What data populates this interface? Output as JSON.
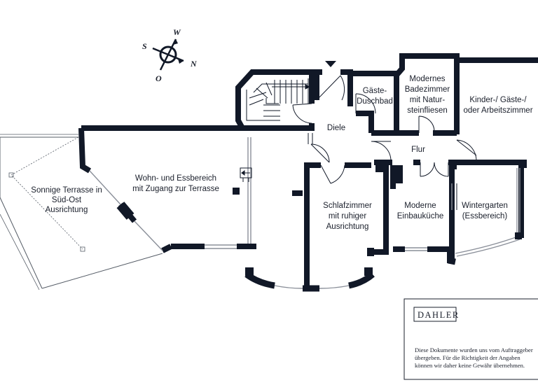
{
  "colors": {
    "wall": "#111827",
    "line": "#1a1f2b",
    "window": "#8a8f99",
    "background": "#ffffff"
  },
  "compass": {
    "icon": "compass-rose-icon",
    "north": "N",
    "south": "S",
    "west": "W",
    "east": "O"
  },
  "entrance_icon": "entrance-arrow-icon",
  "rooms": [
    {
      "id": "terrasse",
      "lines": [
        "Sonnige Terrasse in",
        "Süd-Ost",
        "Ausrichtung"
      ]
    },
    {
      "id": "wohnen",
      "lines": [
        "Wohn- und Essbereich",
        "mit Zugang zur Terrasse"
      ]
    },
    {
      "id": "diele",
      "lines": [
        "Diele"
      ]
    },
    {
      "id": "gaeste-duschbad",
      "lines": [
        "Gäste-",
        "Duschbad"
      ]
    },
    {
      "id": "badezimmer",
      "lines": [
        "Modernes",
        "Badezimmer",
        "mit Natur-",
        "steinfliesen"
      ]
    },
    {
      "id": "kinderzimmer",
      "lines": [
        "Kinder-/ Gäste-/",
        "oder Arbeitszimmer"
      ]
    },
    {
      "id": "flur",
      "lines": [
        "Flur"
      ]
    },
    {
      "id": "schlafzimmer",
      "lines": [
        "Schlafzimmer",
        "mit ruhiger",
        "Ausrichtung"
      ]
    },
    {
      "id": "kueche",
      "lines": [
        "Moderne",
        "Einbauküche"
      ]
    },
    {
      "id": "wintergarten",
      "lines": [
        "Wintergarten",
        "(Essbereich)"
      ]
    }
  ],
  "footer": {
    "brand": "DAHLER",
    "disclaimer": [
      "Diese Dokumente wurden uns vom Auftraggeber",
      "übergeben. Für die Richtigkeit der Angaben",
      "können wir daher keine Gewähr übernehmen."
    ]
  }
}
